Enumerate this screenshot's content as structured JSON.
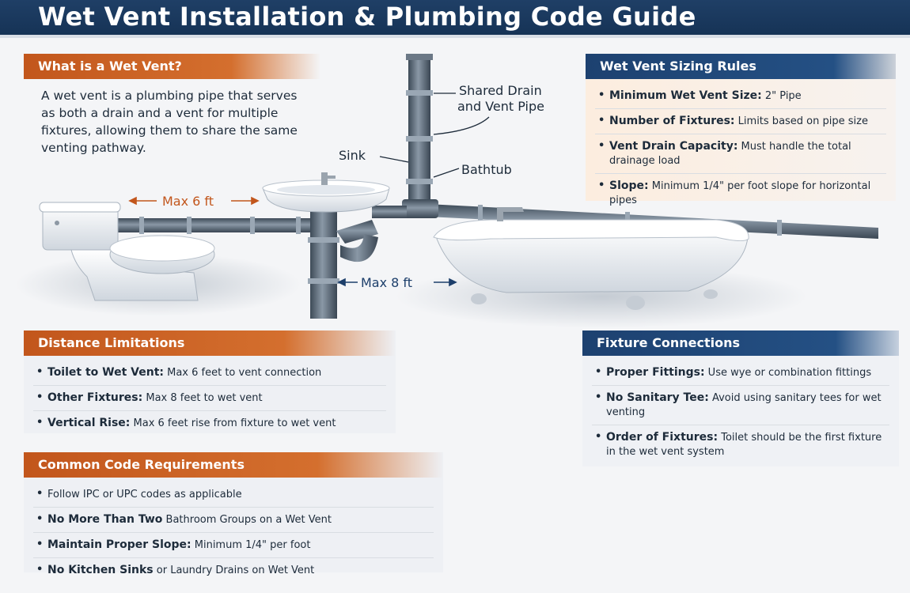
{
  "title": "Wet Vent Installation & Plumbing Code Guide",
  "what_is": {
    "heading": "What is a Wet Vent?",
    "text": "A wet vent is a plumbing pipe that serves as both a drain and a vent for multiple fixtures, allowing them to share the same venting pathway."
  },
  "diagram": {
    "label_shared_pipe": [
      "Shared Drain",
      "and Vent Pipe"
    ],
    "label_sink": "Sink",
    "label_bathtub": "Bathtub",
    "label_max6": "Max 6 ft",
    "label_max8": "Max 8 ft"
  },
  "sizing": {
    "heading": "Wet Vent Sizing Rules",
    "items": [
      {
        "bold": "Minimum Wet Vent Size:",
        "text": " 2\" Pipe"
      },
      {
        "bold": "Number of Fixtures:",
        "text": " Limits based on pipe size"
      },
      {
        "bold": "Vent Drain Capacity:",
        "text": " Must handle the total drainage load"
      },
      {
        "bold": "Slope:",
        "text": " Minimum 1/4\" per foot slope for horizontal pipes"
      }
    ]
  },
  "distance": {
    "heading": "Distance Limitations",
    "items": [
      {
        "bold": "Toilet to Wet Vent:",
        "text": " Max 6 feet to vent connection"
      },
      {
        "bold": "Other Fixtures:",
        "text": " Max 8 feet to wet vent"
      },
      {
        "bold": "Vertical Rise:",
        "text": " Max 6 feet rise from fixture to wet vent"
      }
    ]
  },
  "fixtures": {
    "heading": "Fixture Connections",
    "items": [
      {
        "bold": "Proper Fittings:",
        "text": " Use wye or combination fittings"
      },
      {
        "bold": "No Sanitary Tee:",
        "text": " Avoid using sanitary tees for wet venting"
      },
      {
        "bold": "Order of Fixtures:",
        "text": " Toilet should be the first fixture in the wet vent system"
      }
    ]
  },
  "code": {
    "heading": "Common Code Requirements",
    "items": [
      {
        "bold": "",
        "text": "Follow IPC or UPC codes as applicable"
      },
      {
        "bold": "No More Than Two",
        "text": " Bathroom Groups on a Wet Vent"
      },
      {
        "bold": "Maintain Proper Slope:",
        "text": " Minimum 1/4\" per foot"
      },
      {
        "bold": "No Kitchen Sinks",
        "text": " or Laundry Drains on Wet Vent"
      }
    ]
  },
  "colors": {
    "navy": "#1f3f66",
    "orange": "#c2561c",
    "pipe": "#5d6c7b"
  }
}
